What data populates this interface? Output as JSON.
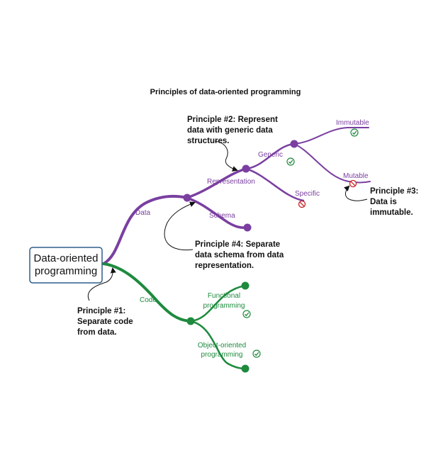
{
  "title": "Principles of data-oriented programming",
  "root": {
    "line1": "Data-oriented",
    "line2": "programming"
  },
  "branches": {
    "data": "Data",
    "code": "Code",
    "representation": "Representation",
    "schema": "Schema",
    "generic": "Generic",
    "specific": "Specific",
    "immutable": "Immutable",
    "mutable": "Mutable",
    "functional": {
      "line1": "Functional",
      "line2": "programming"
    },
    "object_oriented": {
      "line1": "Object-oriented",
      "line2": "programming"
    }
  },
  "principles": {
    "p1": {
      "line1": "Principle #1:",
      "line2": "Separate code",
      "line3": "from data."
    },
    "p2": {
      "line1": "Principle #2: Represent",
      "line2": "data with generic data",
      "line3": "structures."
    },
    "p3": {
      "line1": "Principle #3:",
      "line2": "Data is",
      "line3": "immutable."
    },
    "p4": {
      "line1": "Principle #4: Separate",
      "line2": "data schema from data",
      "line3": "representation."
    }
  },
  "colors": {
    "purple": "#7a3fa0",
    "green": "#1e8a3e",
    "root_border": "#2e5f8a",
    "no_sign": "#cc2222"
  },
  "icons": {
    "check": "check-badge-icon",
    "no": "no-sign-icon"
  }
}
